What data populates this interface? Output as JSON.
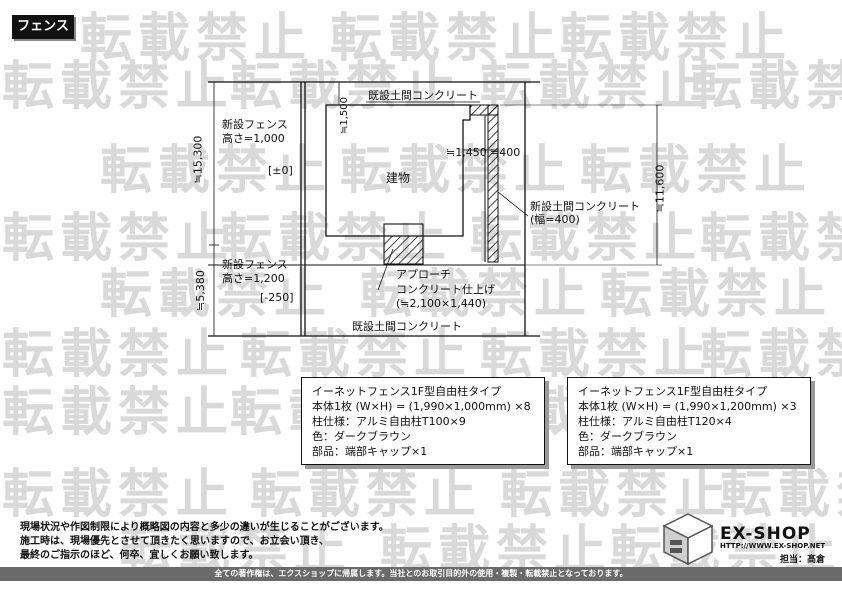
{
  "header": {
    "title": "フェンス"
  },
  "watermark": {
    "text": "転載禁止"
  },
  "plan": {
    "top_concrete": "既設土間コンクリート",
    "bottom_concrete": "既設土間コンクリート",
    "building": "建物",
    "fence_new_upper": {
      "line1": "新設フェンス",
      "line2": "高さ=1,000"
    },
    "level_upper": "[±0]",
    "fence_new_lower": {
      "line1": "新設フェンス",
      "line2": "高さ=1,200"
    },
    "level_lower": "[-250]",
    "new_concrete": {
      "line1": "新設土間コンクリート",
      "line2": "(幅=400)"
    },
    "approach": {
      "line1": "アプローチ",
      "line2": "コンクリート仕上げ",
      "line3": "(≒2,100×1,440)"
    },
    "dims": {
      "left_upper": "≒15,300",
      "left_lower": "≒5,380",
      "right": "≒11,600",
      "top_small": "≒1,500",
      "mid_a": "≒1,450",
      "mid_b": "≒400"
    }
  },
  "specs": [
    {
      "name": "イーネットフェンス1F型自由柱タイプ",
      "body": "本体1枚 (W×H) = (1,990×1,000mm) ×8",
      "post": "柱仕様：アルミ自由柱T100×9",
      "color": "色：ダークブラウン",
      "parts": "部品：端部キャップ×1"
    },
    {
      "name": "イーネットフェンス1F型自由柱タイプ",
      "body": "本体1枚 (W×H) = (1,990×1,200mm) ×3",
      "post": "柱仕様：アルミ自由柱T120×4",
      "color": "色：ダークブラウン",
      "parts": "部品：端部キャップ×1"
    }
  ],
  "notes": [
    "現場状況や作図制限により概略図の内容と多少の違いが生じることがございます。",
    "施工時は、現場優先とさせて頂きたく思いますので、お立会い頂き、",
    "最終のご指示のほど、何卒、宜しくお願い致します。"
  ],
  "logo": {
    "brand": "EX-SHOP",
    "url": "HTTP://WWW.EX-SHOP.NET",
    "staff": "担当：髙倉"
  },
  "footer": {
    "text": "全ての著作権は、エクスショップに帰属します。当社とのお取引目的外の使用・複製・転載禁止となっております。"
  },
  "colors": {
    "ink": "#111111",
    "watermark": "#d9d9d9",
    "footer_bg": "#6a6a6a"
  }
}
